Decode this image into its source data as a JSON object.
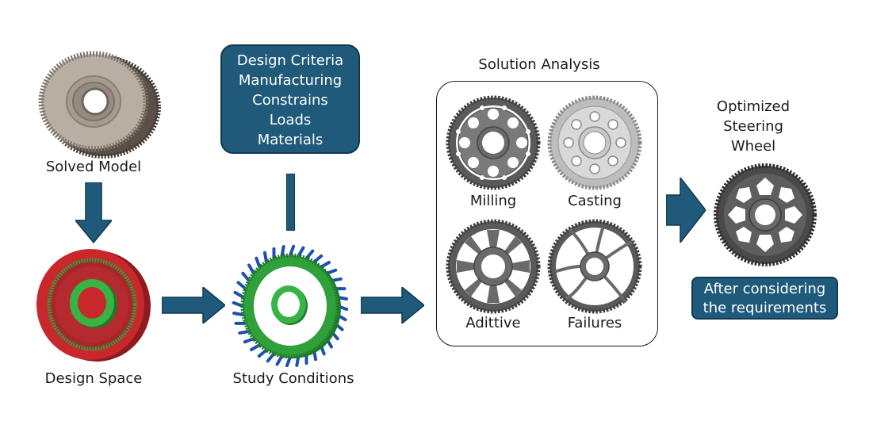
{
  "stages": {
    "solved_model": "Solved Model",
    "design_space": "Design Space",
    "study_conditions": "Study Conditions",
    "solution_analysis": "Solution Analysis",
    "optimized_line1": "Optimized",
    "optimized_line2": "Steering",
    "optimized_line3": "Wheel"
  },
  "criteria_box": {
    "line1": "Design Criteria",
    "line2": "Manufacturing",
    "line3": "Constrains",
    "line4": "Loads",
    "line5": "Materials"
  },
  "methods": {
    "milling": "Milling",
    "casting": "Casting",
    "additive": "Adittive",
    "failures": "Failures"
  },
  "result_box": {
    "line1": "After considering",
    "line2": "the requirements"
  },
  "colors": {
    "arrow_fill": "#1f5a7a",
    "box_fill": "#1f5a7a",
    "design_space_red": "#c8282c",
    "study_green": "#2fa03a",
    "load_arrows_blue": "#1f4fb0",
    "gear_gray": "#5a5a5a"
  }
}
